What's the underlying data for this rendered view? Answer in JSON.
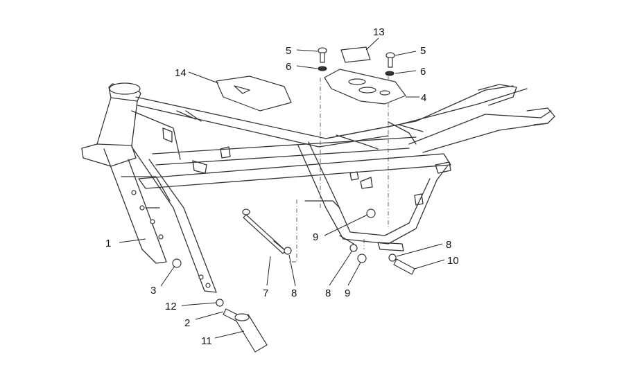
{
  "callouts": [
    {
      "id": "c1",
      "text": "1"
    },
    {
      "id": "c2",
      "text": "2"
    },
    {
      "id": "c3",
      "text": "3"
    },
    {
      "id": "c4",
      "text": "4"
    },
    {
      "id": "c5a",
      "text": "5"
    },
    {
      "id": "c5b",
      "text": "5"
    },
    {
      "id": "c6a",
      "text": "6"
    },
    {
      "id": "c6b",
      "text": "6"
    },
    {
      "id": "c7",
      "text": "7"
    },
    {
      "id": "c8a",
      "text": "8"
    },
    {
      "id": "c8b",
      "text": "8"
    },
    {
      "id": "c8c",
      "text": "8"
    },
    {
      "id": "c9a",
      "text": "9"
    },
    {
      "id": "c9b",
      "text": "9"
    },
    {
      "id": "c10",
      "text": "10"
    },
    {
      "id": "c11",
      "text": "11"
    },
    {
      "id": "c12",
      "text": "12"
    },
    {
      "id": "c13",
      "text": "13"
    },
    {
      "id": "c14",
      "text": "14"
    }
  ]
}
